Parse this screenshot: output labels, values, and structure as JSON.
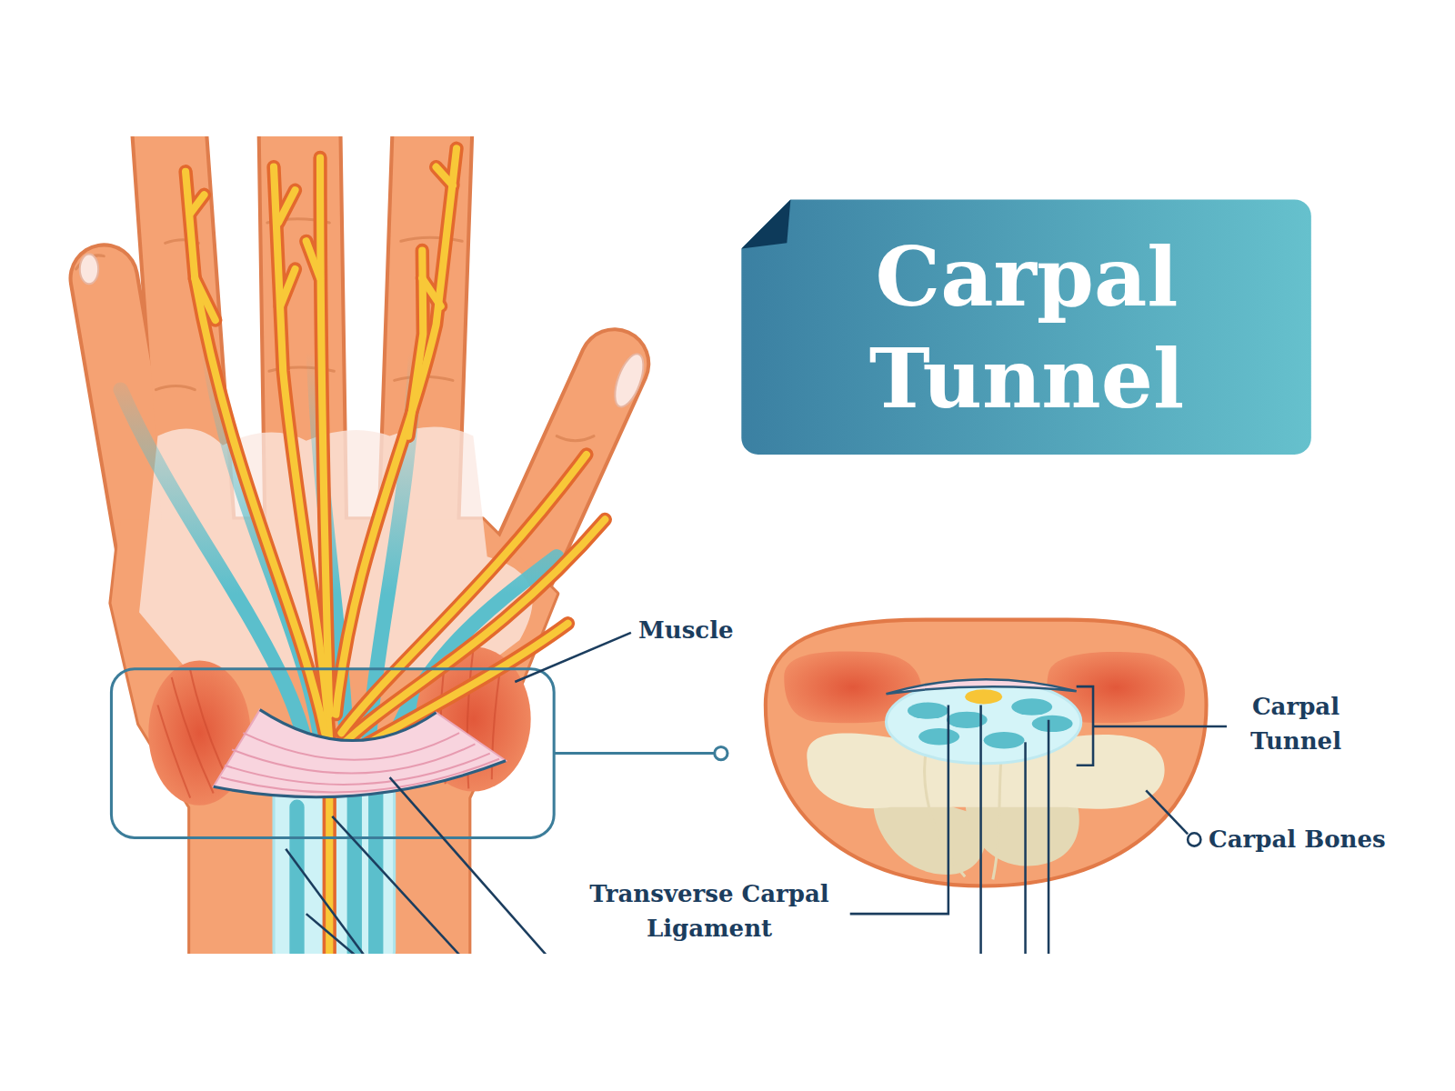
{
  "diagram": {
    "title": "Carpal Tunnel",
    "labels": [
      "Muscle",
      "Transverse Carpal Ligament",
      "Carpal Tunnel",
      "Carpal Bones"
    ]
  }
}
